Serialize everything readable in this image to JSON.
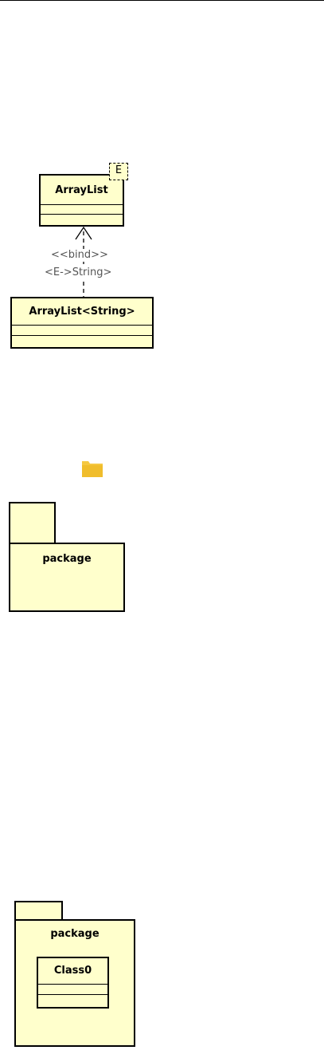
{
  "colors": {
    "fill": "#ffffcc",
    "stroke": "#000000",
    "folder_icon": "#f5c842",
    "stereotype_text": "#555555"
  },
  "template_binding": {
    "template_class": {
      "name": "ArrayList",
      "type_parameter": "E"
    },
    "bound_class": {
      "name": "ArrayList<String>"
    },
    "stereotype": "<<bind>>",
    "substitution": "<E->String>"
  },
  "folder_icon": {
    "icon": "folder-icon"
  },
  "package_1": {
    "name": "package"
  },
  "package_2": {
    "name": "package",
    "class": {
      "name": "Class0"
    }
  }
}
